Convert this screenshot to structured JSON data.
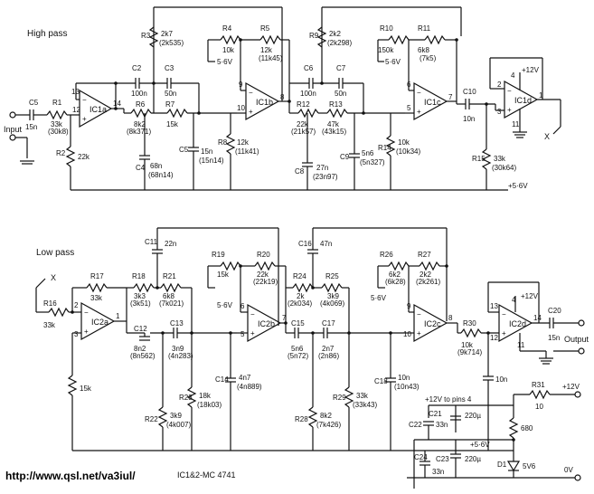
{
  "high_pass": {
    "section_label": "High pass",
    "input_label": "Input",
    "components": {
      "C5": {
        "ref": "C5",
        "value": "15n"
      },
      "R1": {
        "ref": "R1",
        "value": "33k",
        "alt": "(30k8)"
      },
      "R2": {
        "ref": "R2",
        "value": "22k"
      },
      "C2": {
        "ref": "C2",
        "value": "100n"
      },
      "C3": {
        "ref": "C3",
        "value": "50n"
      },
      "R3": {
        "ref": "R3",
        "value": "2k7",
        "alt": "(2k535)"
      },
      "R4": {
        "ref": "R4",
        "value": "10k"
      },
      "R5": {
        "ref": "R5",
        "value": "12k",
        "alt": "(11k45)"
      },
      "R6": {
        "ref": "R6",
        "value": "8k2",
        "alt": "(8k371)"
      },
      "R7": {
        "ref": "R7",
        "value": "15k"
      },
      "C5b": {
        "ref": "C5",
        "value": "15n",
        "alt": "(15n14)"
      },
      "C4": {
        "ref": "C4",
        "value": "68n",
        "alt": "(68n14)"
      },
      "R8": {
        "ref": "R8",
        "value": "12k",
        "alt": "(11k41)"
      },
      "C6": {
        "ref": "C6",
        "value": "100n"
      },
      "C7": {
        "ref": "C7",
        "value": "50n"
      },
      "R9": {
        "ref": "R9",
        "value": "2k2",
        "alt": "(2k298)"
      },
      "R10": {
        "ref": "R10",
        "value": "150k"
      },
      "R11": {
        "ref": "R11",
        "value": "6k8",
        "alt": "(7k5)"
      },
      "R12": {
        "ref": "R12",
        "value": "22k",
        "alt": "(21k57)"
      },
      "R13": {
        "ref": "R13",
        "value": "47k",
        "alt": "(43k15)"
      },
      "C8": {
        "ref": "C8",
        "value": "27n",
        "alt": "(23n97)"
      },
      "C9": {
        "ref": "C9",
        "value": "5n6",
        "alt": "(5n327)"
      },
      "R14": {
        "ref": "R14",
        "value": "10k",
        "alt": "(10k34)"
      },
      "C10": {
        "ref": "C10",
        "value": "10n"
      },
      "R15": {
        "ref": "R15",
        "value": "33k",
        "alt": "(30k64)"
      }
    },
    "opamps": [
      "IC1a",
      "IC1b",
      "IC1c",
      "IC1d"
    ],
    "rails": {
      "minus": "5·6V",
      "plus": "+5·6V",
      "supply": "+12V"
    },
    "node_x": "X"
  },
  "low_pass": {
    "section_label": "Low pass",
    "output_label": "Output",
    "node_x": "X",
    "components": {
      "R16": {
        "ref": "R16",
        "value": "33k"
      },
      "R17": {
        "ref": "R17",
        "value": "33k"
      },
      "R18": {
        "ref": "R18",
        "value": "3k3",
        "alt": "(3k51)"
      },
      "R21": {
        "ref": "R21",
        "value": "6k8",
        "alt": "(7k021)"
      },
      "C11": {
        "ref": "C11",
        "value": "22n"
      },
      "R19": {
        "ref": "R19",
        "value": "15k"
      },
      "R20": {
        "ref": "R20",
        "value": "22k",
        "alt": "(22k19)"
      },
      "C12": {
        "ref": "C12",
        "value": "8n2",
        "alt": "(8n562)"
      },
      "C13": {
        "ref": "C13",
        "value": "3n9",
        "alt": "(4n283)"
      },
      "R22": {
        "ref": "R22",
        "value": "3k9",
        "alt": "(4k007)"
      },
      "R23": {
        "ref": "R23",
        "value": "18k",
        "alt": "(18k03)"
      },
      "C14": {
        "ref": "C14",
        "value": "4n7",
        "alt": "(4n889)"
      },
      "R_15k": {
        "ref": "",
        "value": "15k"
      },
      "C16": {
        "ref": "C16",
        "value": "47n"
      },
      "R24": {
        "ref": "R24",
        "value": "2k",
        "alt": "(2k034)"
      },
      "R25": {
        "ref": "R25",
        "value": "3k9",
        "alt": "(4k069)"
      },
      "C15": {
        "ref": "C15",
        "value": "5n6",
        "alt": "(5n72)"
      },
      "C17": {
        "ref": "C17",
        "value": "2n7",
        "alt": "(2n86)"
      },
      "R28": {
        "ref": "R28",
        "value": "8k2",
        "alt": "(7k426)"
      },
      "R29": {
        "ref": "R29",
        "value": "33k",
        "alt": "(33k43)"
      },
      "R26": {
        "ref": "R26",
        "value": "6k2",
        "alt": "(6k28)"
      },
      "R27": {
        "ref": "R27",
        "value": "2k2",
        "alt": "(2k261)"
      },
      "C18": {
        "ref": "C18",
        "value": "10n",
        "alt": "(10n43)"
      },
      "R30": {
        "ref": "R30",
        "value": "10k",
        "alt": "(9k714)"
      },
      "C19": {
        "ref": "",
        "value": "10n"
      },
      "C20": {
        "ref": "C20",
        "value": "15n"
      },
      "R31": {
        "ref": "R31",
        "value": "10"
      },
      "C21": {
        "ref": "C21",
        "value": "220µ"
      },
      "C22": {
        "ref": "C22",
        "value": "33n"
      },
      "C23": {
        "ref": "C23",
        "value": "220µ"
      },
      "C24": {
        "ref": "C24",
        "value": "33n"
      },
      "R680": {
        "ref": "",
        "value": "680"
      },
      "D1": {
        "ref": "D1",
        "value": "5V6"
      }
    },
    "opamps": [
      "IC2a",
      "IC2b",
      "IC2c",
      "IC2d"
    ],
    "power": {
      "to_pins": "+12V to pins 4",
      "supply_in": "+12V",
      "ground": "0V",
      "mid_rail": "+5·6V",
      "minus_rail": "5·6V",
      "ic_supply": "+12V"
    }
  },
  "footer": {
    "url": "http://www.qsl.net/va3iul/",
    "ic_note": "IC1&2-MC 4741"
  }
}
